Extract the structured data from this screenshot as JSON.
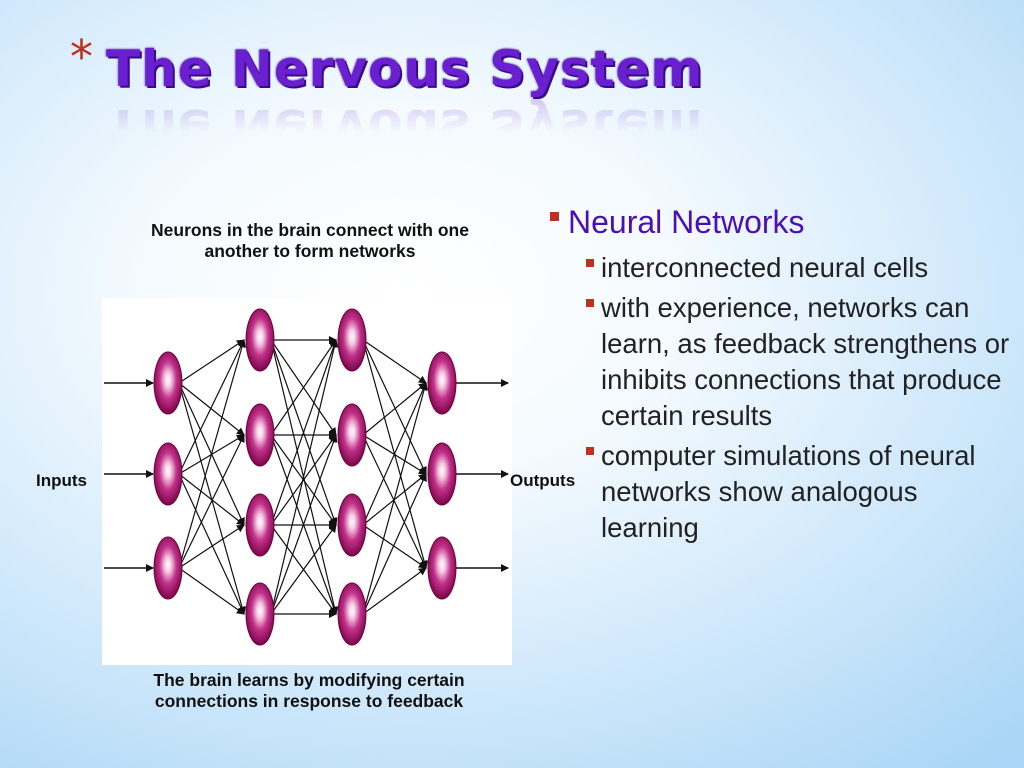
{
  "slide": {
    "title_marker": "*",
    "title": "The Nervous System",
    "colors": {
      "title": "#6a1fd0",
      "marker": "#c0301e",
      "neuron": "#9b0a5e",
      "background": "#cfe8fb"
    }
  },
  "figure": {
    "caption_top": "Neurons in the brain connect with one another to form networks",
    "caption_bottom": "The brain learns by modifying certain connections in response to feedback",
    "inputs_label": "Inputs",
    "outputs_label": "Outputs",
    "layers": [
      3,
      4,
      4,
      3
    ]
  },
  "bullets": {
    "heading": "Neural Networks",
    "items": [
      "interconnected neural cells",
      "with experience, networks can learn, as feedback strengthens or inhibits connections that produce certain results",
      "computer simulations of neural networks show analogous learning"
    ]
  }
}
